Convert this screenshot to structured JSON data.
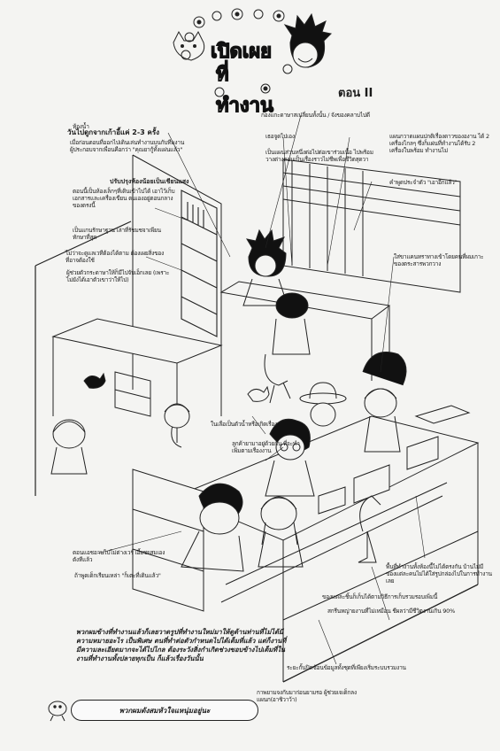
{
  "title": {
    "line1": "เปิดเผย",
    "line2": "ที่ทำงาน"
  },
  "episode": "ตอน II",
  "annotations": {
    "a1": "ห้องน้ำ",
    "a2": "วันไปดูกจากเก้าอี้แค่ 2-3 ครั้ง",
    "a3": "เมื่อก่อนตอนที่ออกไปเดินเล่นทำงานบนกับทีมงาน ผู้ประกอบจากเพื่อนคือกว่า \"คุณยากู้ทั้งแผ่นแล้ว\"",
    "a4": "ปรับปรุงห้องน้อยเป็นเชียนแสง",
    "a5": "ตอนนี้เป็นห้องเล็กๆที่เดินเข้าไปได้ เอาไว้เก็บเอกสารและเครื่องเขียน ตนเองอยู่ตอนกลางของตรงนี้",
    "a6": "เป็นแกนรักษาฐาน เล่าที่รัชมชจาเพียนทักษาที่สุด",
    "a7": "ไม่ว่าจะดูแลเวทีต้องได้ตาม ต้องเผยสิ่งของที่อาจต้องใช้",
    "a8": "ผู้ช่วยตัวกระดาษาให้ก็มีไปจับเอ็กเลย (เพราะไม่ยังได้เอาตัวเขาว่าให้ไป)",
    "a9": "กองแกะดาษาสเปลี่ยนทั้งนั้น / จังของคลาบไปดี",
    "a10": "เธอจูดไปเอง",
    "a11": "เป็นแผนส่วนหนึ่งต่อไปต่อเขาร่วมเนื้อ ไปพร้อมวางต่างตอนเป็นเรื่องราวไม่ชีพเพื่อชีวิตสุดวา",
    "a12": "แผนกวาดแผนปกติเรื่องดาวขององาน ได้ 2 เครื่องไกลๆ ซึ่งก็แผ่นที่ทำงานได้รับ 2 เครื่องในพร้อม ทำงานไม่",
    "a13": "คำพูดประจำตัว \"เอาอีกแล้ว\"",
    "a14": "ใส่ขาแคนทราทางเข้าโดยคนที่ผมเกาะของตระสารพวกวาง",
    "a15": "ในเลื่อเป็นตัวน้ำหรือเกิดเรื่อง",
    "a16": "ลูกค้ายามาอยู่ด้วยกัน ที่จะทำเพิ่มตามเรื่องงาน",
    "a17": "ตอนแอชอานไปไม่ต่างเวร์ เอี้ยชยสมเองตังทีแล้ว",
    "a18": "ถ้าพูดเด็กเรียนเหล่า \"ก็เตะที่เดินแล้ว\"",
    "a19": "พื้นที่ทำงานทั้งห้องนี้ไม่ได้ตรงกัน บ้านไม่มี ของแต่ละคนไม่ได้ใส่รูปกล่องไปในการทำงานเลย",
    "a20": "ของแต่ละชิ้นก็เก็บได้ตามวิธีการเก็บรวมรอบเพิ่มนี้",
    "a21": "สกรีนหญ่ายงานที่ไม่เหมือน ชีผลว่ามีชีวิตงานเกิน 90%",
    "a22": "ระยะกั้นปิดซ้อนข้อมูลทั้งชุดที่เพียงเริ่มระบบรวมงาน",
    "a23": "กาพยามจงกับมาก่อนยามรอ ผู้ช่วยเจเด็กลงแผนก(อาชิวาว้า)"
  },
  "paragraph": "พวกผมข้างที่ทำงานแล้วก็เลยวาดรูปที่ทำงานใหม่มาให้ดูด้านท่านที่ไม่ได้มีความหมายอะไร เป็นพิเศษ ตนที่ทำต่อตัวกำหนดไปได้เต็มที่แล้ว แต่ก็งานที่มีความละเอียดมากจะได้ไปไกล ต้องระวังสิ่งกำเกิดช่วงขอบข้างไปเต็มที่ในงานที่ทำงานทั้งปลายทุกเป็น ก็แล้วเรื่องวันนั้น",
  "footer": "พวกผมดังสมหัวใจแหนุ่มอยู่นะ"
}
